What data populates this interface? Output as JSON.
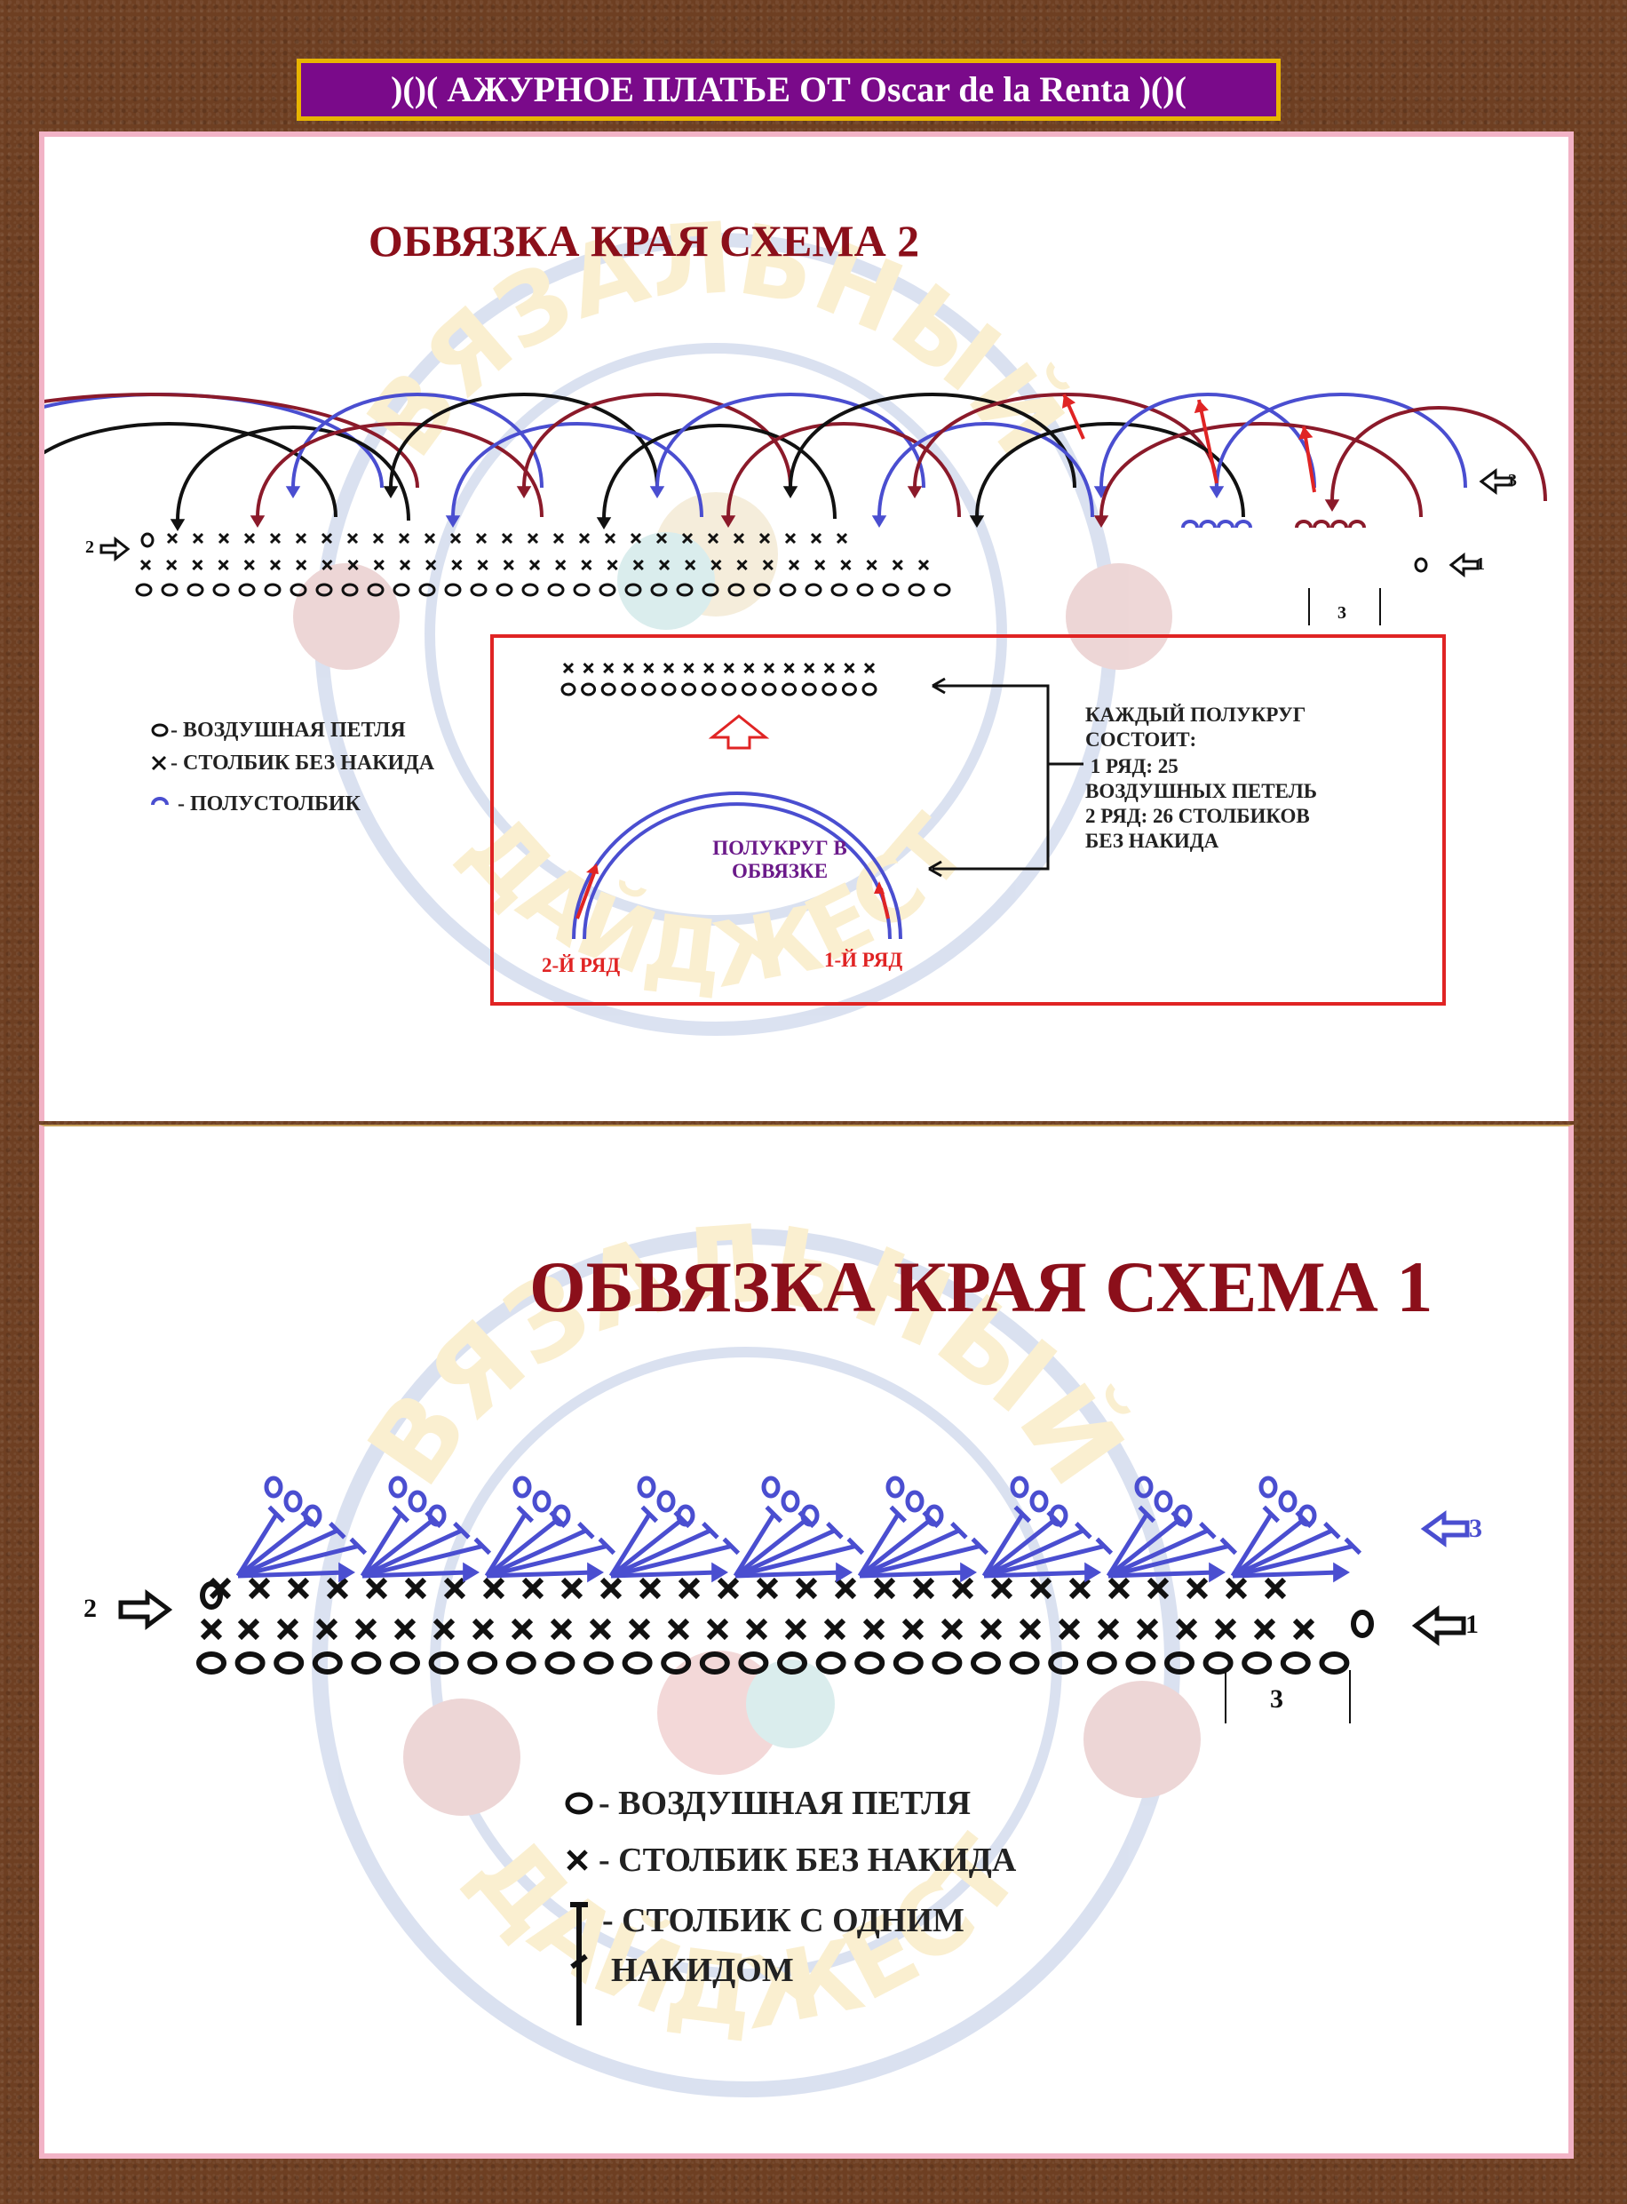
{
  "banner": ")()( АЖУРНОЕ ПЛАТЬЕ ОТ Oscar de la Renta )()(",
  "scheme2": {
    "title": "ОБВЯЗКА КРАЯ  СХЕМА 2",
    "row_labels": {
      "row1": "1",
      "row2": "2",
      "row3": "3",
      "span": "3"
    },
    "legend": {
      "chain": "- ВОЗДУШНАЯ ПЕТЛЯ",
      "sc": "- СТОЛБИК БЕЗ НАКИДА",
      "hdc": "- ПОЛУСТОЛБИК"
    },
    "inset": {
      "note_lines": [
        "КАЖДЫЙ ПОЛУКРУГ",
        "СОСТОИТ:",
        " 1 РЯД: 25",
        "ВОЗДУШНЫХ ПЕТЕЛЬ",
        "2 РЯД: 26 СТОЛБИКОВ",
        "БЕЗ НАКИДА"
      ],
      "arc_label_lines": [
        "ПОЛУКРУГ В",
        "ОБВЯЗКЕ"
      ],
      "row2": "2-Й РЯД",
      "row1": "1-Й РЯД"
    }
  },
  "scheme1": {
    "title": "ОБВЯЗКА КРАЯ СХЕМА 1",
    "row_labels": {
      "row1": "1",
      "row2": "2",
      "row3": "3",
      "span": "3"
    },
    "legend": {
      "chain": "- ВОЗДУШНАЯ ПЕТЛЯ",
      "sc": "- СТОЛБИК БЕЗ НАКИДА",
      "dc_lines": [
        "- СТОЛБИК С ОДНИМ",
        "НАКИДОМ"
      ]
    }
  },
  "watermark": {
    "top_text": "ВЯЗАЛЬНЫЙ",
    "bottom_text": "ДАЙДЖЕСТ"
  },
  "colors": {
    "banner_bg": "#7a0a8a",
    "banner_border": "#e8b400",
    "title": "#8b0f1a",
    "blue": "#4a4ed0",
    "darkred": "#8b1a2a",
    "red": "#e02424",
    "black": "#111111"
  }
}
